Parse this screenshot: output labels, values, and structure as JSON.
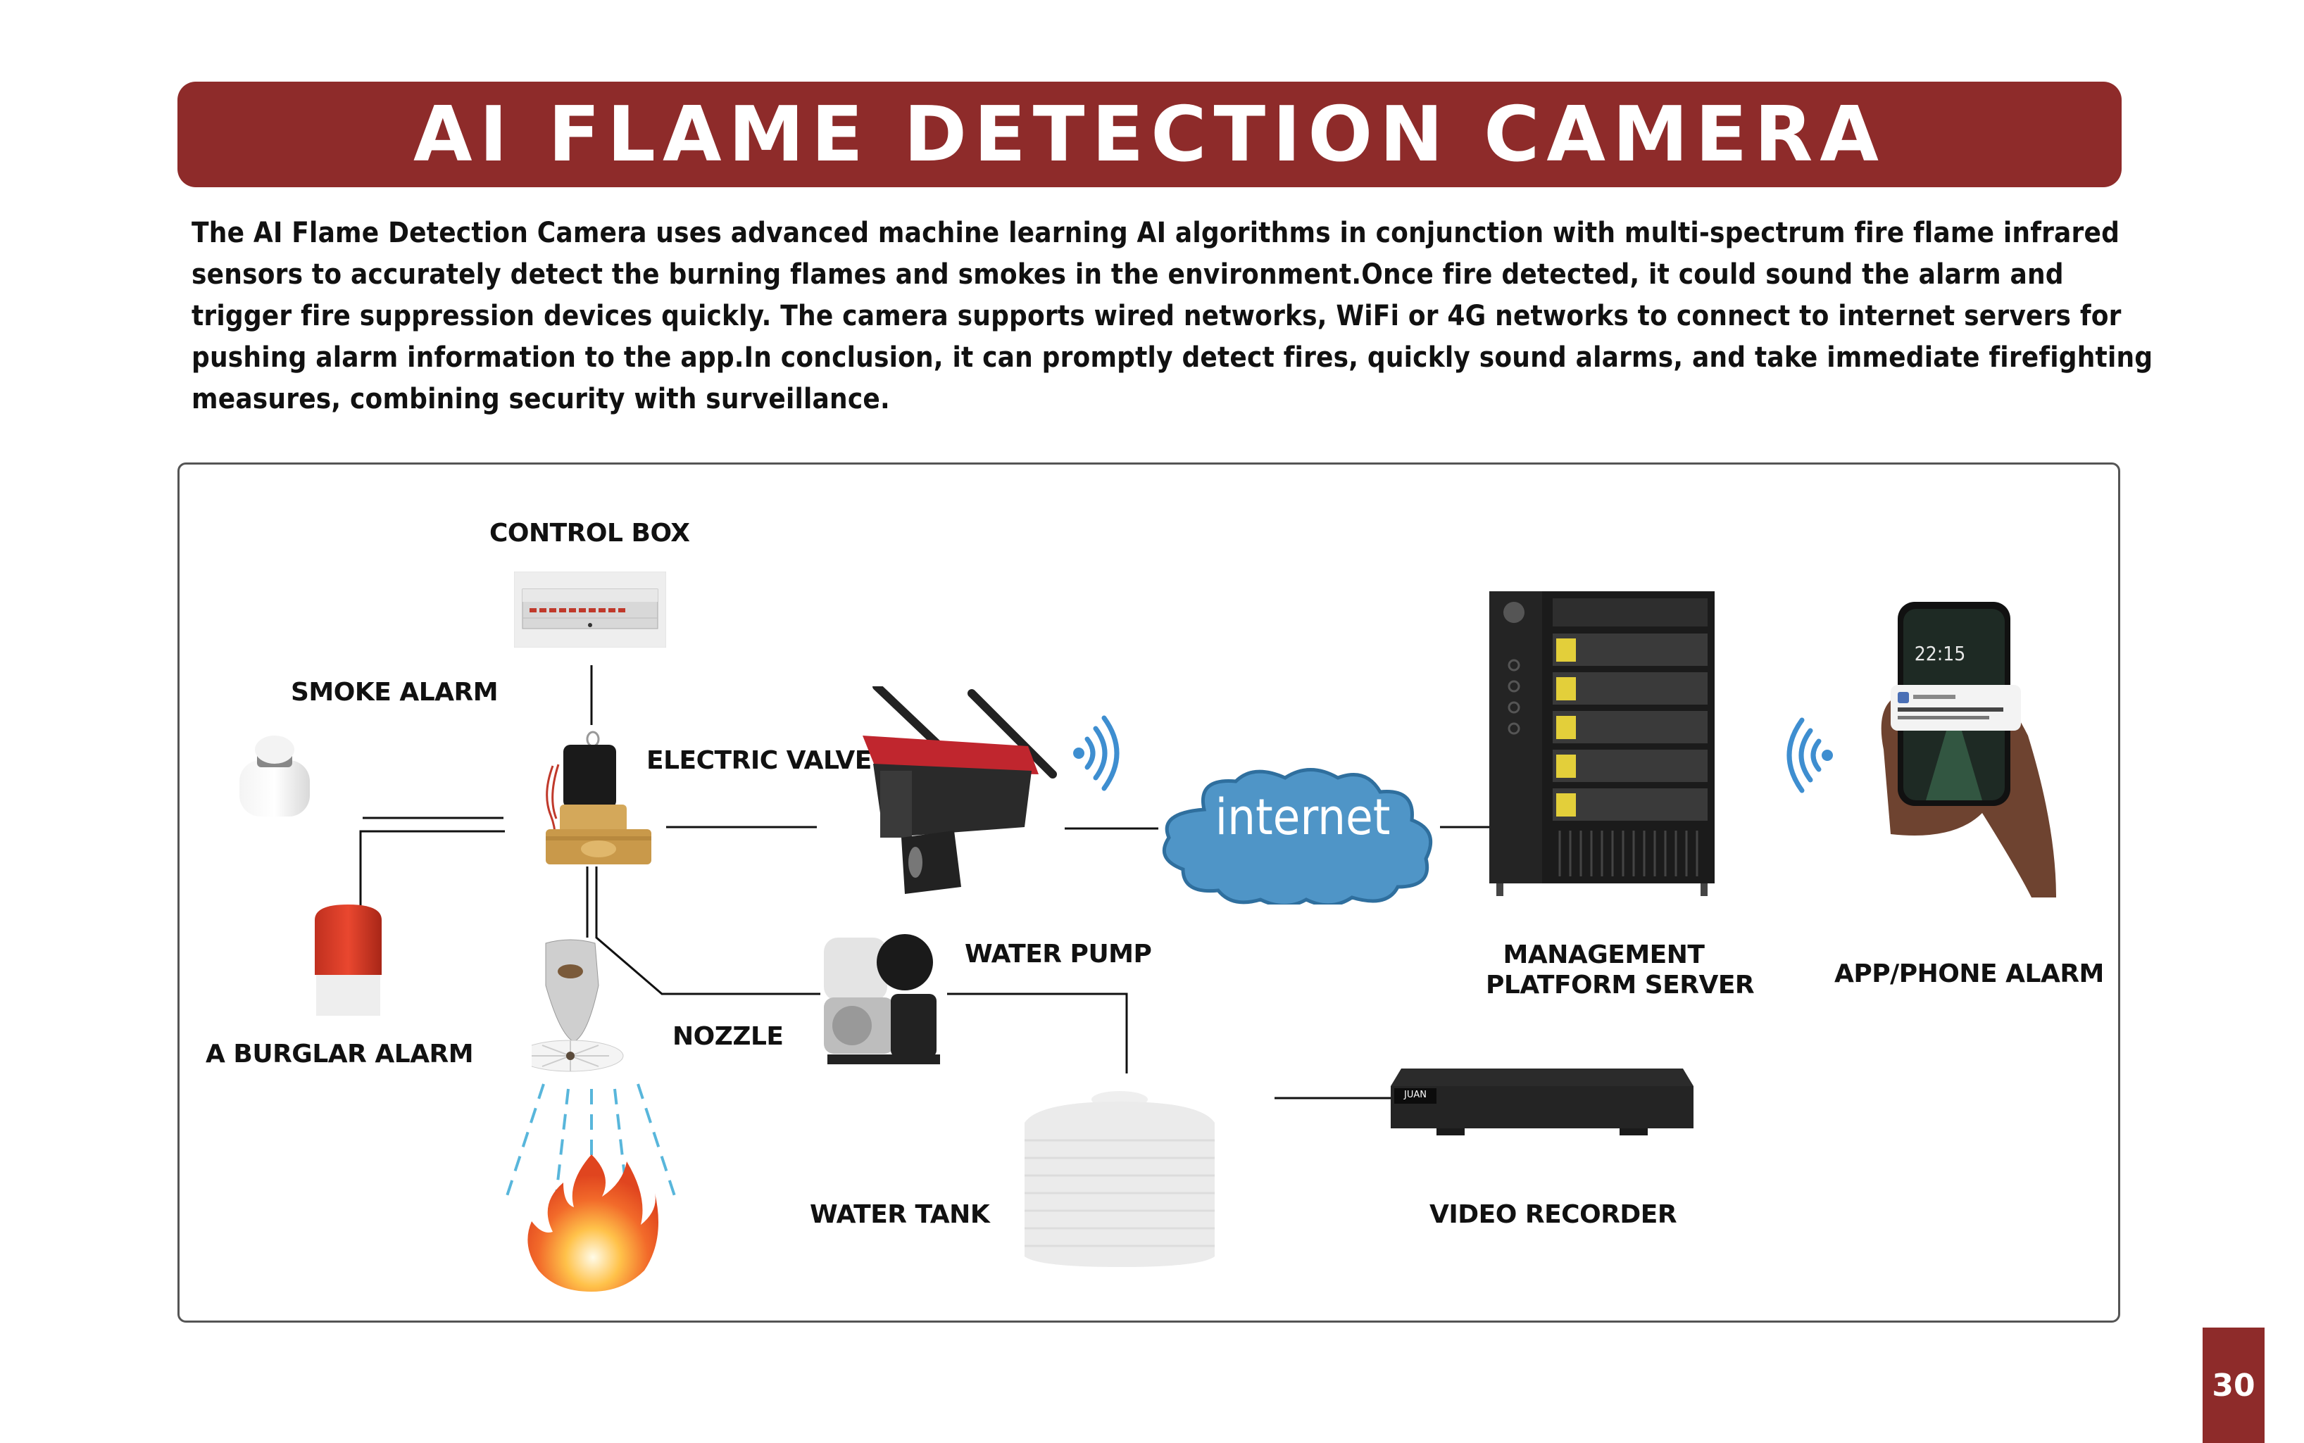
{
  "header": {
    "title": "AI FLAME DETECTION CAMERA"
  },
  "intro": {
    "lines": [
      "The AI Flame Detection Camera uses advanced machine learning AI algorithms in conjunction with multi-spectrum fire flame infrared",
      "sensors to accurately detect the burning flames and smokes in the environment.Once fire detected, it could sound the alarm and",
      "trigger fire suppression devices quickly. The camera supports wired networks, WiFi or 4G networks to connect to internet servers for",
      "pushing alarm information to the app.In conclusion, it can promptly detect fires, quickly sound alarms, and take immediate firefighting",
      "measures, combining security with surveillance."
    ]
  },
  "diagram": {
    "nodes": {
      "control_box": {
        "label": "CONTROL BOX",
        "icon": "control-box-icon"
      },
      "smoke_alarm": {
        "label": "SMOKE ALARM",
        "icon": "smoke-alarm-icon"
      },
      "electric_valve": {
        "label": "ELECTRIC VALVE",
        "icon": "electric-valve-icon"
      },
      "burglar_alarm": {
        "label": "A BURGLAR ALARM",
        "icon": "burglar-alarm-icon"
      },
      "nozzle": {
        "label": "NOZZLE",
        "icon": "sprinkler-nozzle-icon"
      },
      "flame": {
        "icon": "fire-icon"
      },
      "camera": {
        "icon": "flame-detection-camera-icon"
      },
      "internet": {
        "label": "internet",
        "icon": "cloud-icon"
      },
      "server": {
        "label_line1": "MANAGEMENT",
        "label_line2": "PLATFORM SERVER",
        "icon": "server-icon"
      },
      "phone": {
        "label": "APP/PHONE ALARM",
        "icon": "phone-in-hand-icon",
        "screen_time": "22:15"
      },
      "water_pump": {
        "label": "WATER PUMP",
        "icon": "water-pump-icon"
      },
      "water_tank": {
        "label": "WATER TANK",
        "icon": "water-tank-icon"
      },
      "video_recorder": {
        "label": "VIDEO RECORDER",
        "icon": "dvr-icon",
        "brand": "JUAN"
      }
    },
    "colors": {
      "brand": "#8E2B2A",
      "cloud": "#4F95C7",
      "cloud_stroke": "#2F6F9E",
      "wifi": "#3E8ED0",
      "spray": "#58B6DB"
    }
  },
  "footer": {
    "page_number": "30"
  }
}
